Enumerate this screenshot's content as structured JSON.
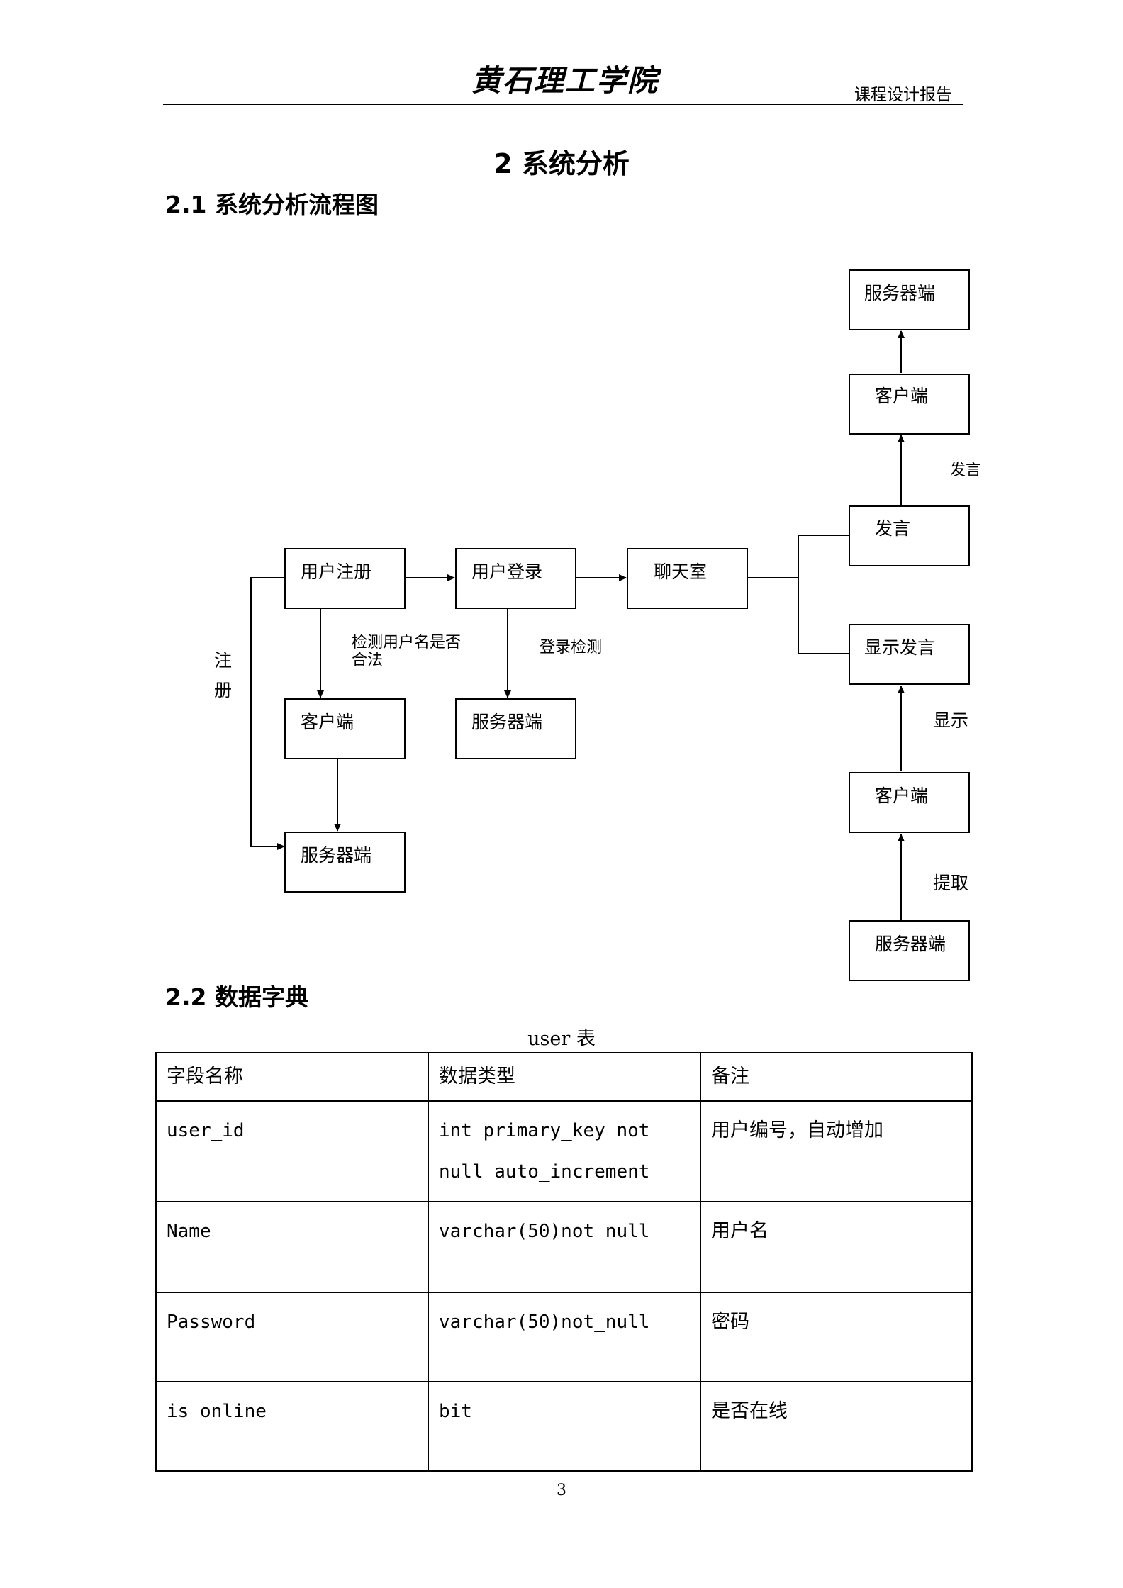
{
  "header": {
    "school": "黄石理工学院",
    "report_type": "课程设计报告"
  },
  "chapter_title": "2  系统分析",
  "sections": {
    "flowchart_title": "2.1 系统分析流程图",
    "dictionary_title": "2.2 数据字典"
  },
  "flowchart": {
    "boxes": {
      "register": "用户注册",
      "login": "用户登录",
      "chatroom": "聊天室",
      "client_register": "客户端",
      "server_login": "服务器端",
      "server_register": "服务器端",
      "server_top": "服务器端",
      "client_top": "客户端",
      "speak": "发言",
      "show_speech": "显示发言",
      "client_bottom": "客户端",
      "server_bottom": "服务器端"
    },
    "labels": {
      "register_side_1": "注",
      "register_side_2": "册",
      "check_username_1": "检测用户名是否",
      "check_username_2": "合法",
      "login_check": "登录检测",
      "speak_label": "发言",
      "display_label": "显示",
      "fetch_label": "提取"
    }
  },
  "table": {
    "caption": "user 表",
    "headers": [
      "字段名称",
      "数据类型",
      "备注"
    ],
    "rows": [
      {
        "field": "user_id",
        "type": "int  primary_key  not null auto_increment",
        "note": "用户编号，自动增加"
      },
      {
        "field": "Name",
        "type": "varchar(50)not_null",
        "note": "用户名"
      },
      {
        "field": "Password",
        "type": "varchar(50)not_null",
        "note": "密码"
      },
      {
        "field": "is_online",
        "type": "bit",
        "note": "是否在线"
      }
    ]
  },
  "page_number": "3"
}
